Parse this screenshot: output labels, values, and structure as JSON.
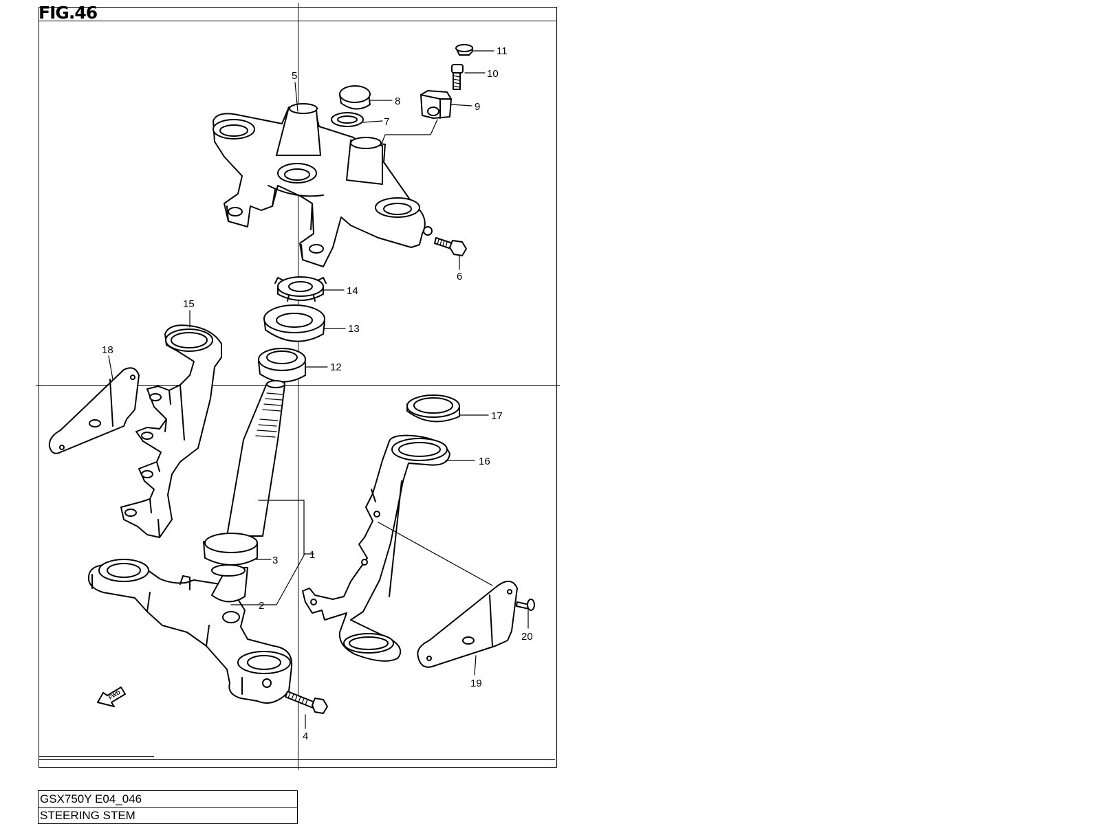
{
  "figure": {
    "title": "FIG.46",
    "fwd_label": "FWD"
  },
  "callouts": [
    "1",
    "2",
    "3",
    "4",
    "5",
    "6",
    "7",
    "8",
    "9",
    "10",
    "11",
    "12",
    "13",
    "14",
    "15",
    "16",
    "17",
    "18",
    "19",
    "20"
  ],
  "info_table": {
    "model_code": "GSX750Y E04_046",
    "description": "STEERING STEM"
  }
}
